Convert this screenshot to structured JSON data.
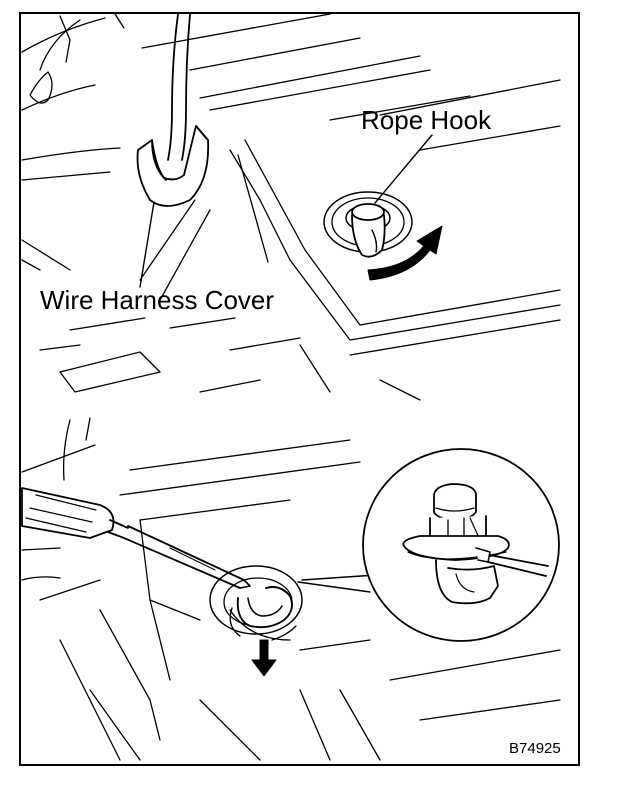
{
  "labels": {
    "rope_hook": "Rope Hook",
    "wire_harness_cover": "Wire Harness Cover",
    "figure_code": "B74925"
  },
  "colors": {
    "line": "#000000",
    "background": "#ffffff"
  }
}
